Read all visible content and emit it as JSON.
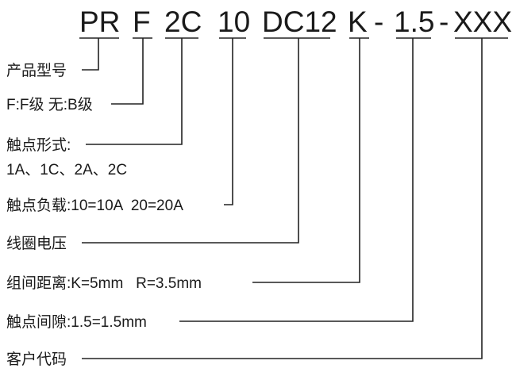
{
  "codes": [
    "PR",
    "F",
    "2C",
    "10",
    "DC12",
    "K",
    "-",
    "1.5",
    "-",
    "XXX"
  ],
  "labels": {
    "model": "产品型号",
    "grade": "F:F级 无:B级",
    "contact_form": "触点形式:",
    "contact_form_values": "1A、1C、2A、2C",
    "contact_load": "触点负载:10=10A  20=20A",
    "coil_voltage": "线圈电压",
    "group_spacing": "组间距离:K=5mm   R=3.5mm",
    "contact_gap": "触点间隙:1.5=1.5mm",
    "customer_code": "客户代码"
  }
}
